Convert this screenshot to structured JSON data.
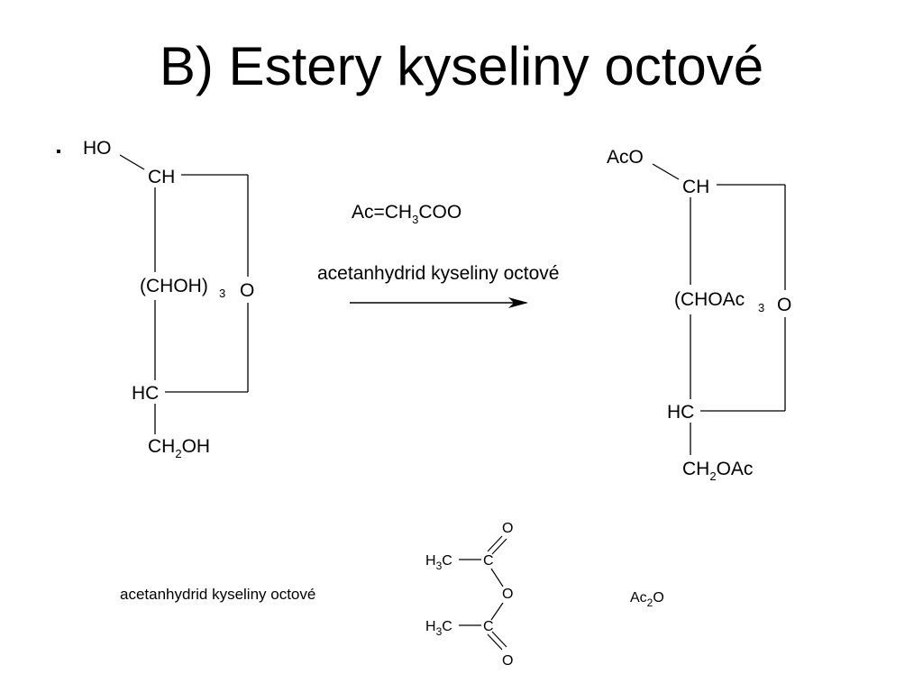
{
  "slide": {
    "title": "B) Estery kyseliny octové",
    "bullet": "▪"
  },
  "reaction": {
    "reactant": {
      "top_substituent": "HO",
      "c1": "CH",
      "middle_open": "(",
      "middle_group": "CHOH",
      "middle_close": ")",
      "middle_subscript": "3",
      "ring_oxygen": "O",
      "c5": "HC",
      "side_chain_ch": "CH",
      "side_chain_sub": "2",
      "side_chain_oh": "OH"
    },
    "reagent_note": {
      "ac": "Ac=CH",
      "sub": "3",
      "rest": "COO"
    },
    "reagent_label": "acetanhydrid kyseliny octové",
    "product": {
      "top_substituent": "AcO",
      "c1": "CH",
      "middle_open": "(",
      "middle_group": "CHOAc",
      "middle_subscript": "3",
      "ring_oxygen": "O",
      "c5": "HC",
      "side_chain_ch": "CH",
      "side_chain_sub": "2",
      "side_chain_oac": "OAc"
    }
  },
  "anhydride": {
    "caption": "acetanhydrid kyseliny octové",
    "methyl_h": "H",
    "methyl_sub": "3",
    "methyl_c": "C",
    "carbon": "C",
    "oxygen": "O",
    "formula_ac": "Ac",
    "formula_sub": "2",
    "formula_o": "O"
  }
}
